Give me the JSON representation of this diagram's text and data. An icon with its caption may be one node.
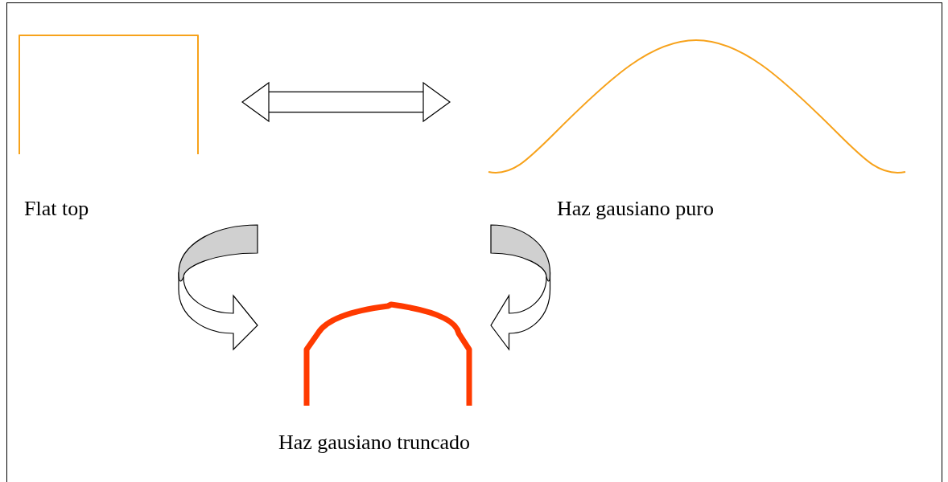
{
  "diagram": {
    "nodes": [
      {
        "text": [
          "Flat top"
        ]
      },
      {
        "text": [
          "Haz gausiano puro"
        ]
      },
      {
        "text": [
          "Haz gausiano truncado"
        ]
      }
    ],
    "edges": [
      {
        "from": 0,
        "to": 1,
        "arrow": "both"
      },
      {
        "from": 0,
        "to": 2,
        "arrow": "to"
      },
      {
        "from": 1,
        "to": 2,
        "arrow": "to"
      }
    ]
  }
}
